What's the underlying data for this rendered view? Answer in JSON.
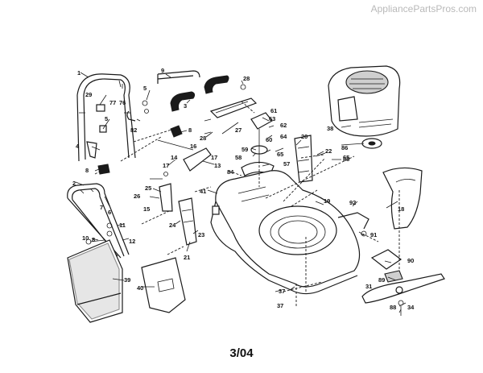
{
  "header": {
    "watermark": "AppliancePartsPros.com"
  },
  "footer": {
    "date_code": "3/04"
  },
  "colors": {
    "line": "#1a1a1a",
    "background": "#ffffff",
    "watermark": "#b9b9b9"
  },
  "callouts": [
    "1",
    "2",
    "3",
    "4",
    "5",
    "5",
    "6",
    "7",
    "8",
    "8",
    "8",
    "9",
    "10",
    "11",
    "12",
    "13",
    "14",
    "15",
    "16",
    "17",
    "17",
    "18",
    "19",
    "20",
    "21",
    "22",
    "23",
    "24",
    "25",
    "26",
    "27",
    "28",
    "28",
    "29",
    "31",
    "34",
    "37",
    "37",
    "38",
    "39",
    "40",
    "41",
    "57",
    "58",
    "59",
    "60",
    "61",
    "62",
    "63",
    "64",
    "65",
    "65",
    "76",
    "77",
    "82",
    "84",
    "85",
    "86",
    "88",
    "89",
    "90",
    "91",
    "92"
  ]
}
